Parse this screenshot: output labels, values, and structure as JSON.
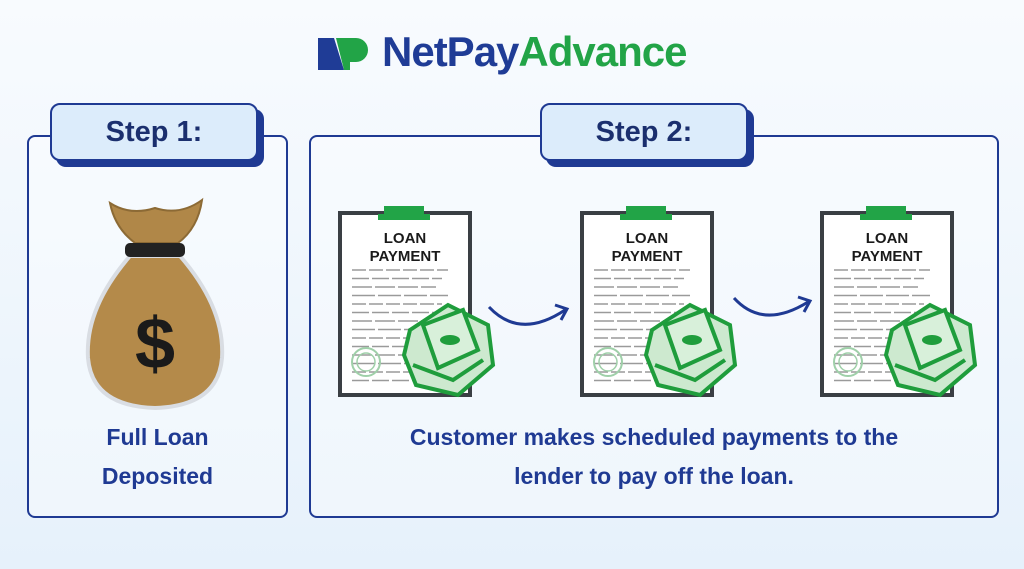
{
  "brand": {
    "name_part1": "NetPay",
    "name_part2": "Advance",
    "primary_color": "#1f3c96",
    "accent_color": "#22a447"
  },
  "step1": {
    "label": "Step 1:",
    "caption_line1": "Full Loan",
    "caption_line2": "Deposited",
    "icon": "money-bag-icon"
  },
  "step2": {
    "label": "Step 2:",
    "caption_line1": "Customer makes scheduled payments to the",
    "caption_line2": "lender to pay off the loan.",
    "documents": [
      {
        "title_line1": "LOAN",
        "title_line2": "PAYMENT"
      },
      {
        "title_line1": "LOAN",
        "title_line2": "PAYMENT"
      },
      {
        "title_line1": "LOAN",
        "title_line2": "PAYMENT"
      }
    ]
  }
}
